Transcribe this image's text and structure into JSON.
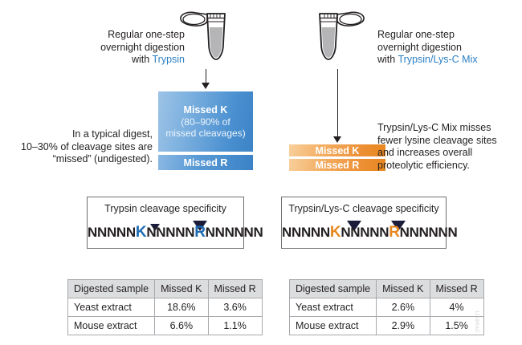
{
  "figure": {
    "watermark": "1118RAC"
  },
  "left": {
    "intro": {
      "line1": "Regular one-step",
      "line2": "overnight digestion",
      "line3_prefix": "with ",
      "line3_enzyme": "Trypsin"
    },
    "body": {
      "line1": "In a typical digest,",
      "line2": "10–30% of cleavage sites are",
      "line3": "“missed” (undigested)."
    },
    "result_box": {
      "missed_k_label": "Missed K",
      "missed_k_sub_line1": "(80–90% of",
      "missed_k_sub_line2": "missed cleavages)",
      "missed_r_label": "Missed R",
      "color_top": "#4a90d0",
      "color_bottom": "#3a82c6"
    },
    "specificity": {
      "title": "Trypsin cleavage specificity",
      "seq_part1": "NNNNN",
      "residue_k": "K",
      "seq_part2": "NNNNN",
      "residue_r": "R",
      "seq_part3": "NNNNNN",
      "residue_color": "#1b6cb5",
      "k_marker_size": "small",
      "r_marker_size": "large"
    },
    "table": {
      "headers": [
        "Digested sample",
        "Missed K",
        "Missed R"
      ],
      "rows": [
        [
          "Yeast extract",
          "18.6%",
          "3.6%"
        ],
        [
          "Mouse extract",
          "6.6%",
          "1.1%"
        ]
      ]
    }
  },
  "right": {
    "intro": {
      "line1": "Regular one-step",
      "line2": "overnight digestion",
      "line3_prefix": "with ",
      "line3_enzyme": "Trypsin/Lys-C Mix"
    },
    "body": {
      "line1": "Trypsin/Lys-C Mix misses",
      "line2": "fewer lysine cleavage sites",
      "line3": "and increases overall",
      "line4": "proteolytic efficiency."
    },
    "result_box": {
      "missed_k_label": "Missed K",
      "missed_r_label": "Missed R",
      "color": "#e8871f"
    },
    "specificity": {
      "title": "Trypsin/Lys-C cleavage specificity",
      "seq_part1": "NNNNN",
      "residue_k": "K",
      "seq_part2": "NNNNN",
      "residue_r": "R",
      "seq_part3": "NNNNNN",
      "residue_color": "#e8871f",
      "k_marker_size": "large",
      "r_marker_size": "large"
    },
    "table": {
      "headers": [
        "Digested sample",
        "Missed K",
        "Missed R"
      ],
      "rows": [
        [
          "Yeast extract",
          "2.6%",
          "4%"
        ],
        [
          "Mouse extract",
          "2.9%",
          "1.5%"
        ]
      ]
    }
  }
}
